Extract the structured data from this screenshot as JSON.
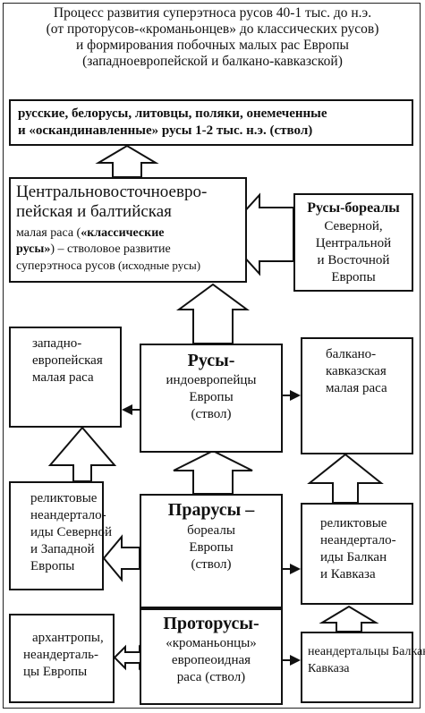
{
  "title": [
    "Процесс развития суперэтноса русов  40-1 тыс. до н.э.",
    "(от проторусов-«кроманьонцев» до классических русов)",
    "и формирования побочных малых рас Европы",
    "(западноевропейской и балкано-кавказской)"
  ],
  "top_box": [
    "русские, белорусы, литовцы, поляки, онемеченные",
    "и  «оскандинавленные» русы  1-2 тыс. н.э. (ствол)"
  ],
  "central_box": {
    "line1": "Центральновосточноевро-",
    "line2": "пейская и балтийская",
    "line3_a": "малая раса (",
    "line3_b": "«классические",
    "line4_b": "русы»",
    "line4_c": ") – стволовое развитие",
    "line5_a": "суперэтноса русов",
    "line5_b": " (исходные русы)"
  },
  "boreal_box": {
    "heading": "Русы-бореалы",
    "lines": [
      "Северной,",
      "Центральной",
      "и Восточной",
      "Европы"
    ]
  },
  "west_box": [
    "западно-",
    "европейская",
    "малая раса"
  ],
  "rusy_box": {
    "heading": "Русы-",
    "lines": [
      "индоевропейцы",
      "Европы",
      "(ствол)"
    ]
  },
  "balkan_box": [
    "балкано-",
    "кавказская",
    "малая раса"
  ],
  "relic_north_box": [
    "реликтовые",
    "неандертало-",
    "иды Северной",
    "и Западной",
    "Европы"
  ],
  "prarusy_box": {
    "heading": "Прарусы",
    "heading_dash": " –",
    "lines": [
      "бореалы",
      "Европы",
      "(ствол)"
    ]
  },
  "relic_balkan_box": [
    "реликтовые",
    "неандертало-",
    "иды Балкан",
    "и Кавказа"
  ],
  "archanthrop_box": [
    "архантропы,",
    "неандерталь-",
    "цы Европы"
  ],
  "protorusy_box": {
    "heading": "Проторусы-",
    "lines": [
      "«кроманьонцы»",
      "европеоидная",
      "раса  (ствол)"
    ]
  },
  "neander_balkan_box": [
    "неандертальцы Балкан и",
    "Кавказа"
  ]
}
